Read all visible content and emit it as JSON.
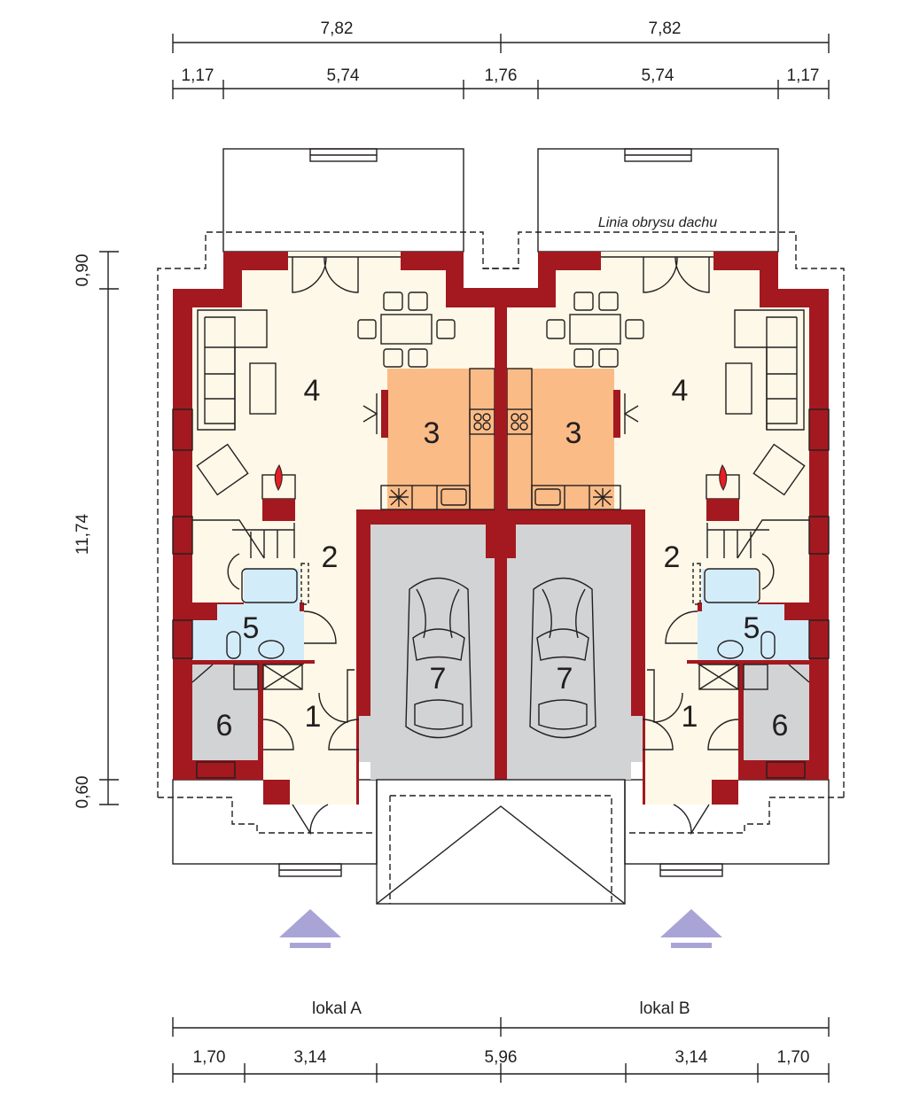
{
  "colors": {
    "wall": "#a3191f",
    "floor": "#fdf8e7",
    "kitchen": "#fbbb86",
    "garage": "#d2d3d5",
    "bathroom": "#d3ecfa",
    "fireplace": "#f9ee3c",
    "entrance_arrow": "#a9a4d6"
  },
  "dimensions": {
    "top_overall": [
      "7,82",
      "7,82"
    ],
    "top_detail": [
      "1,17",
      "5,74",
      "1,76",
      "5,74",
      "1,17"
    ],
    "left": [
      "0,90",
      "11,74",
      "0,60"
    ],
    "bottom_units": [
      "lokal A",
      "lokal B"
    ],
    "bottom_detail": [
      "1,70",
      "3,14",
      "5,96",
      "3,14",
      "1,70"
    ]
  },
  "roof_outline_label": "Linia obrysu dachu",
  "units": [
    {
      "rooms": {
        "r1": "1",
        "r2": "2",
        "r3": "3",
        "r4": "4",
        "r5": "5",
        "r6": "6",
        "r7": "7"
      }
    },
    {
      "rooms": {
        "r1": "1",
        "r2": "2",
        "r3": "3",
        "r4": "4",
        "r5": "5",
        "r6": "6",
        "r7": "7"
      }
    }
  ]
}
